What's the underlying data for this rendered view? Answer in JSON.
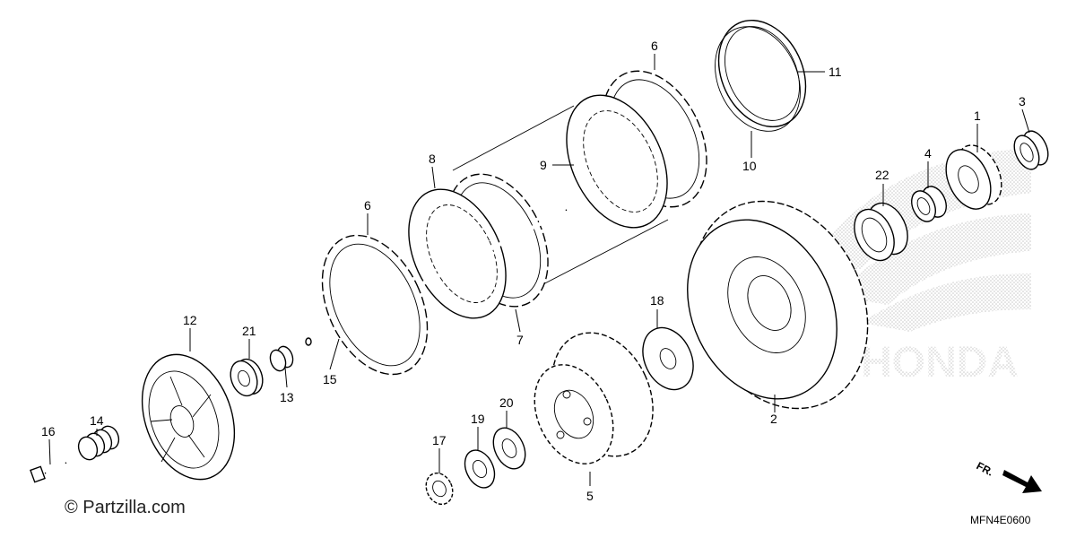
{
  "diagram": {
    "callouts": [
      {
        "id": "1",
        "label": "1"
      },
      {
        "id": "2",
        "label": "2"
      },
      {
        "id": "3",
        "label": "3"
      },
      {
        "id": "4",
        "label": "4"
      },
      {
        "id": "5",
        "label": "5"
      },
      {
        "id": "6a",
        "label": "6"
      },
      {
        "id": "6b",
        "label": "6"
      },
      {
        "id": "7",
        "label": "7"
      },
      {
        "id": "8",
        "label": "8"
      },
      {
        "id": "9",
        "label": "9"
      },
      {
        "id": "10",
        "label": "10"
      },
      {
        "id": "11",
        "label": "11"
      },
      {
        "id": "12",
        "label": "12"
      },
      {
        "id": "13",
        "label": "13"
      },
      {
        "id": "14",
        "label": "14"
      },
      {
        "id": "15",
        "label": "15"
      },
      {
        "id": "16",
        "label": "16"
      },
      {
        "id": "17",
        "label": "17"
      },
      {
        "id": "18",
        "label": "18"
      },
      {
        "id": "19",
        "label": "19"
      },
      {
        "id": "20",
        "label": "20"
      },
      {
        "id": "21",
        "label": "21"
      },
      {
        "id": "22",
        "label": "22"
      }
    ],
    "watermark": "© Partzilla.com",
    "drawing_code": "MFN4E0600",
    "direction_label": "FR.",
    "logo_text": "HONDA"
  }
}
